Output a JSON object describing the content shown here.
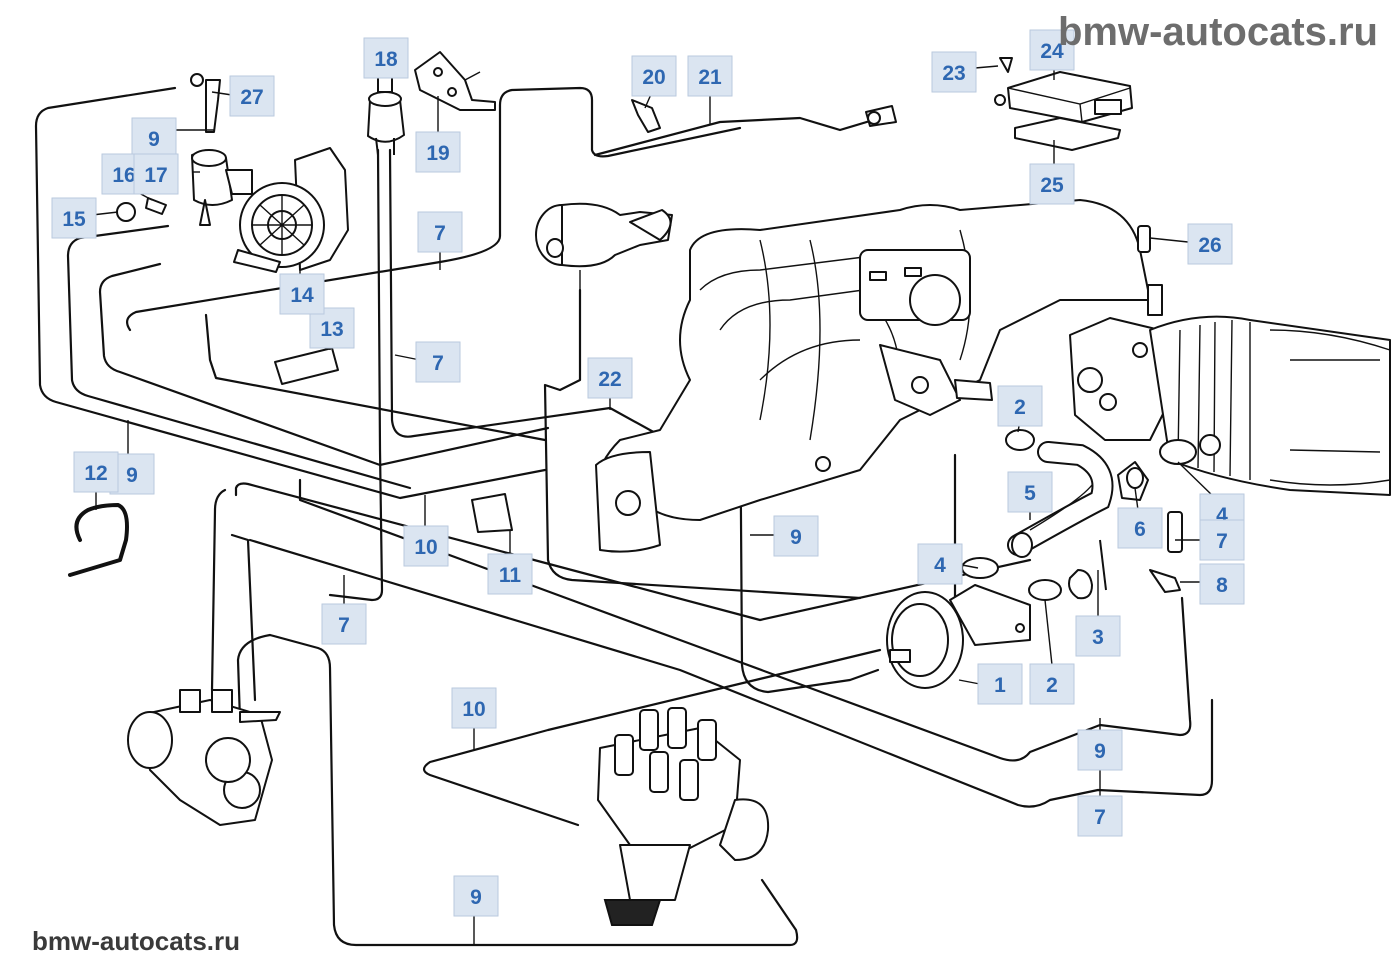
{
  "watermark_top": "bmw-autocats.ru",
  "watermark_bottom": "bmw-autocats.ru",
  "callouts": [
    {
      "id": "c1",
      "label": "1"
    },
    {
      "id": "c2a",
      "label": "2"
    },
    {
      "id": "c2b",
      "label": "2"
    },
    {
      "id": "c3",
      "label": "3"
    },
    {
      "id": "c4a",
      "label": "4"
    },
    {
      "id": "c4b",
      "label": "4"
    },
    {
      "id": "c5",
      "label": "5"
    },
    {
      "id": "c6",
      "label": "6"
    },
    {
      "id": "c7a",
      "label": "7"
    },
    {
      "id": "c7b",
      "label": "7"
    },
    {
      "id": "c7c",
      "label": "7"
    },
    {
      "id": "c7d",
      "label": "7"
    },
    {
      "id": "c7e",
      "label": "7"
    },
    {
      "id": "c8",
      "label": "8"
    },
    {
      "id": "c9a",
      "label": "9"
    },
    {
      "id": "c9b",
      "label": "9"
    },
    {
      "id": "c9c",
      "label": "9"
    },
    {
      "id": "c9d",
      "label": "9"
    },
    {
      "id": "c9e",
      "label": "9"
    },
    {
      "id": "c10a",
      "label": "10"
    },
    {
      "id": "c10b",
      "label": "10"
    },
    {
      "id": "c11",
      "label": "11"
    },
    {
      "id": "c12",
      "label": "12"
    },
    {
      "id": "c13",
      "label": "13"
    },
    {
      "id": "c14",
      "label": "14"
    },
    {
      "id": "c15",
      "label": "15"
    },
    {
      "id": "c16",
      "label": "16"
    },
    {
      "id": "c17",
      "label": "17"
    },
    {
      "id": "c18",
      "label": "18"
    },
    {
      "id": "c19",
      "label": "19"
    },
    {
      "id": "c20",
      "label": "20"
    },
    {
      "id": "c21",
      "label": "21"
    },
    {
      "id": "c22",
      "label": "22"
    },
    {
      "id": "c23",
      "label": "23"
    },
    {
      "id": "c24",
      "label": "24"
    },
    {
      "id": "c25",
      "label": "25"
    },
    {
      "id": "c26",
      "label": "26"
    },
    {
      "id": "c27",
      "label": "27"
    }
  ]
}
